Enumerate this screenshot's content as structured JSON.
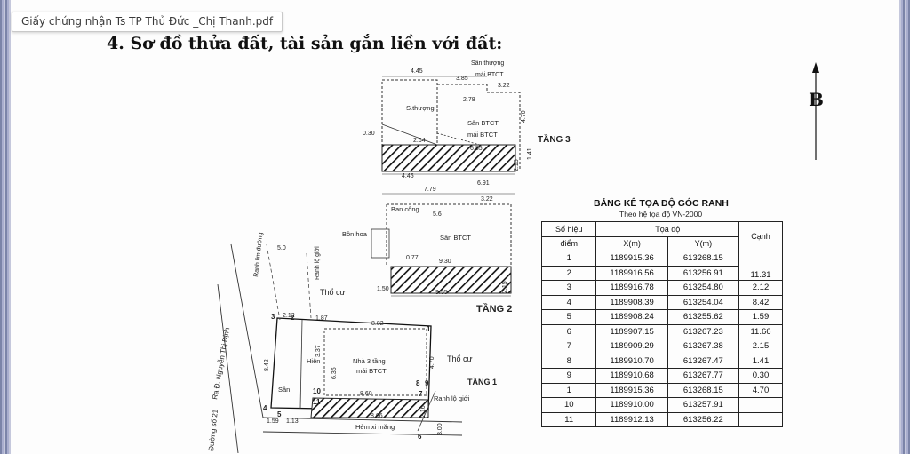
{
  "viewer": {
    "file_title": "Giấy chứng nhận Ts TP Thủ Đức _Chị Thanh.pdf"
  },
  "document": {
    "heading": "4. Sơ đồ thửa đất, tài sản gắn liền với đất:",
    "north_label": "B",
    "floors": {
      "tang3": "TẦNG 3",
      "tang2": "TẦNG 2",
      "tang1": "TẦNG 1"
    },
    "plan_labels": {
      "san_thuong": "Sân thượng",
      "mai_btct_top": "mái BTCT",
      "s_thuong": "S.thượng",
      "san_btct_3": "Sân BTCT",
      "mai_btct_3": "mái BTCT",
      "ban_cong": "Ban công",
      "bon_hoa": "Bồn hoa",
      "san_btct_2": "Sân BTCT",
      "tho_cu_1": "Thổ cư",
      "tho_cu_2": "Thổ cư",
      "nha_3_tang": "Nhà 3 tầng",
      "mai_btct_1": "mái BTCT",
      "hien": "Hiên",
      "san": "Sân",
      "ranh_lo_gioi": "Ranh lộ giới",
      "hem_xi_mang": "Hẻm xi măng",
      "duong_so_21": "Đường số 21",
      "ra_nguyen_thi_dinh": "Ra Đ. Nguyễn Thị Định",
      "ranh_lo_gioi_v": "Ranh lộ giới",
      "ranh_lim_duong": "Ranh lim đường"
    },
    "dims": {
      "d445a": "4.45",
      "d385": "3.85",
      "d322a": "3.22",
      "d278": "2.78",
      "d150": "1.50",
      "d470a": "4.70",
      "d030a": "0.30",
      "d264": "2.64",
      "d685": "6.85",
      "d445b": "4.45",
      "d691": "6.91",
      "d215a": "2.15",
      "d141": "1.41",
      "d779": "7.79",
      "d322b": "3.22",
      "d56": "5.6",
      "d077": "0.77",
      "d930": "9.30",
      "d955": "9.55",
      "d215b": "2.15",
      "d50": "5.0",
      "d212": "2.12",
      "d187": "1.87",
      "d882": "8.82",
      "d842": "8.42",
      "d337": "3.37",
      "d470b": "4.70",
      "d860": "8.60",
      "d866": "8.66",
      "d159": "1.59",
      "d113": "1.13",
      "d300": "3.00",
      "d216": "2.16",
      "d636": "6.36"
    },
    "points": {
      "p1": "1",
      "p2": "2",
      "p3": "3",
      "p4": "4",
      "p5": "5",
      "p6": "6",
      "p7": "7",
      "p8": "8",
      "p9": "9",
      "p10": "10",
      "p11": "11"
    },
    "coord_table": {
      "title": "BẢNG KÊ TỌA ĐỘ GÓC RANH",
      "subtitle": "Theo hệ tọa độ VN-2000",
      "headers": {
        "so_hieu": "Số hiệu",
        "diem": "điểm",
        "toa_do": "Tọa độ",
        "x": "X(m)",
        "y": "Y(m)",
        "canh": "Cạnh"
      },
      "rows": [
        {
          "pt": "1",
          "x": "1189915.36",
          "y": "613268.15"
        },
        {
          "pt": "2",
          "x": "1189916.56",
          "y": "613256.91"
        },
        {
          "pt": "3",
          "x": "1189916.78",
          "y": "613254.80"
        },
        {
          "pt": "4",
          "x": "1189908.39",
          "y": "613254.04"
        },
        {
          "pt": "5",
          "x": "1189908.24",
          "y": "613255.62"
        },
        {
          "pt": "6",
          "x": "1189907.15",
          "y": "613267.23"
        },
        {
          "pt": "7",
          "x": "1189909.29",
          "y": "613267.38"
        },
        {
          "pt": "8",
          "x": "1189910.70",
          "y": "613267.47"
        },
        {
          "pt": "9",
          "x": "1189910.68",
          "y": "613267.77"
        },
        {
          "pt": "1",
          "x": "1189915.36",
          "y": "613268.15"
        },
        {
          "pt": "10",
          "x": "1189910.00",
          "y": "613257.91"
        },
        {
          "pt": "11",
          "x": "1189912.13",
          "y": "613256.22"
        }
      ],
      "edges": [
        "11.31",
        "2.12",
        "8.42",
        "1.59",
        "11.66",
        "2.15",
        "1.41",
        "0.30",
        "4.70"
      ]
    }
  }
}
